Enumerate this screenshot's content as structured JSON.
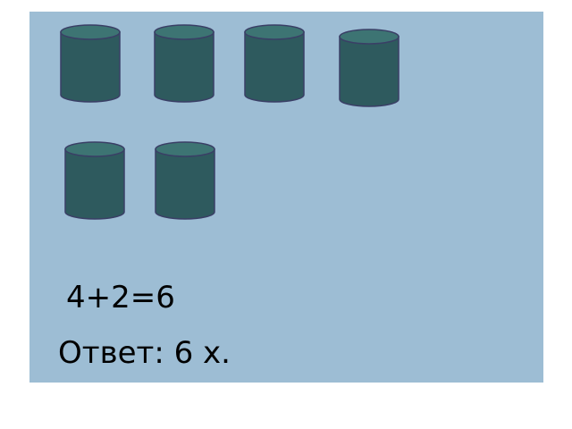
{
  "slide": {
    "background_color": "#9dbdd4",
    "cylinder_color": "#2e5a5e",
    "cylinder_top_color": "#3d7473",
    "cylinder_outline_color": "#3a3f66",
    "row1_cylinder_count": 4,
    "row2_cylinder_count": 2,
    "equation": "4+2=6",
    "answer": "Ответ: 6 х."
  }
}
